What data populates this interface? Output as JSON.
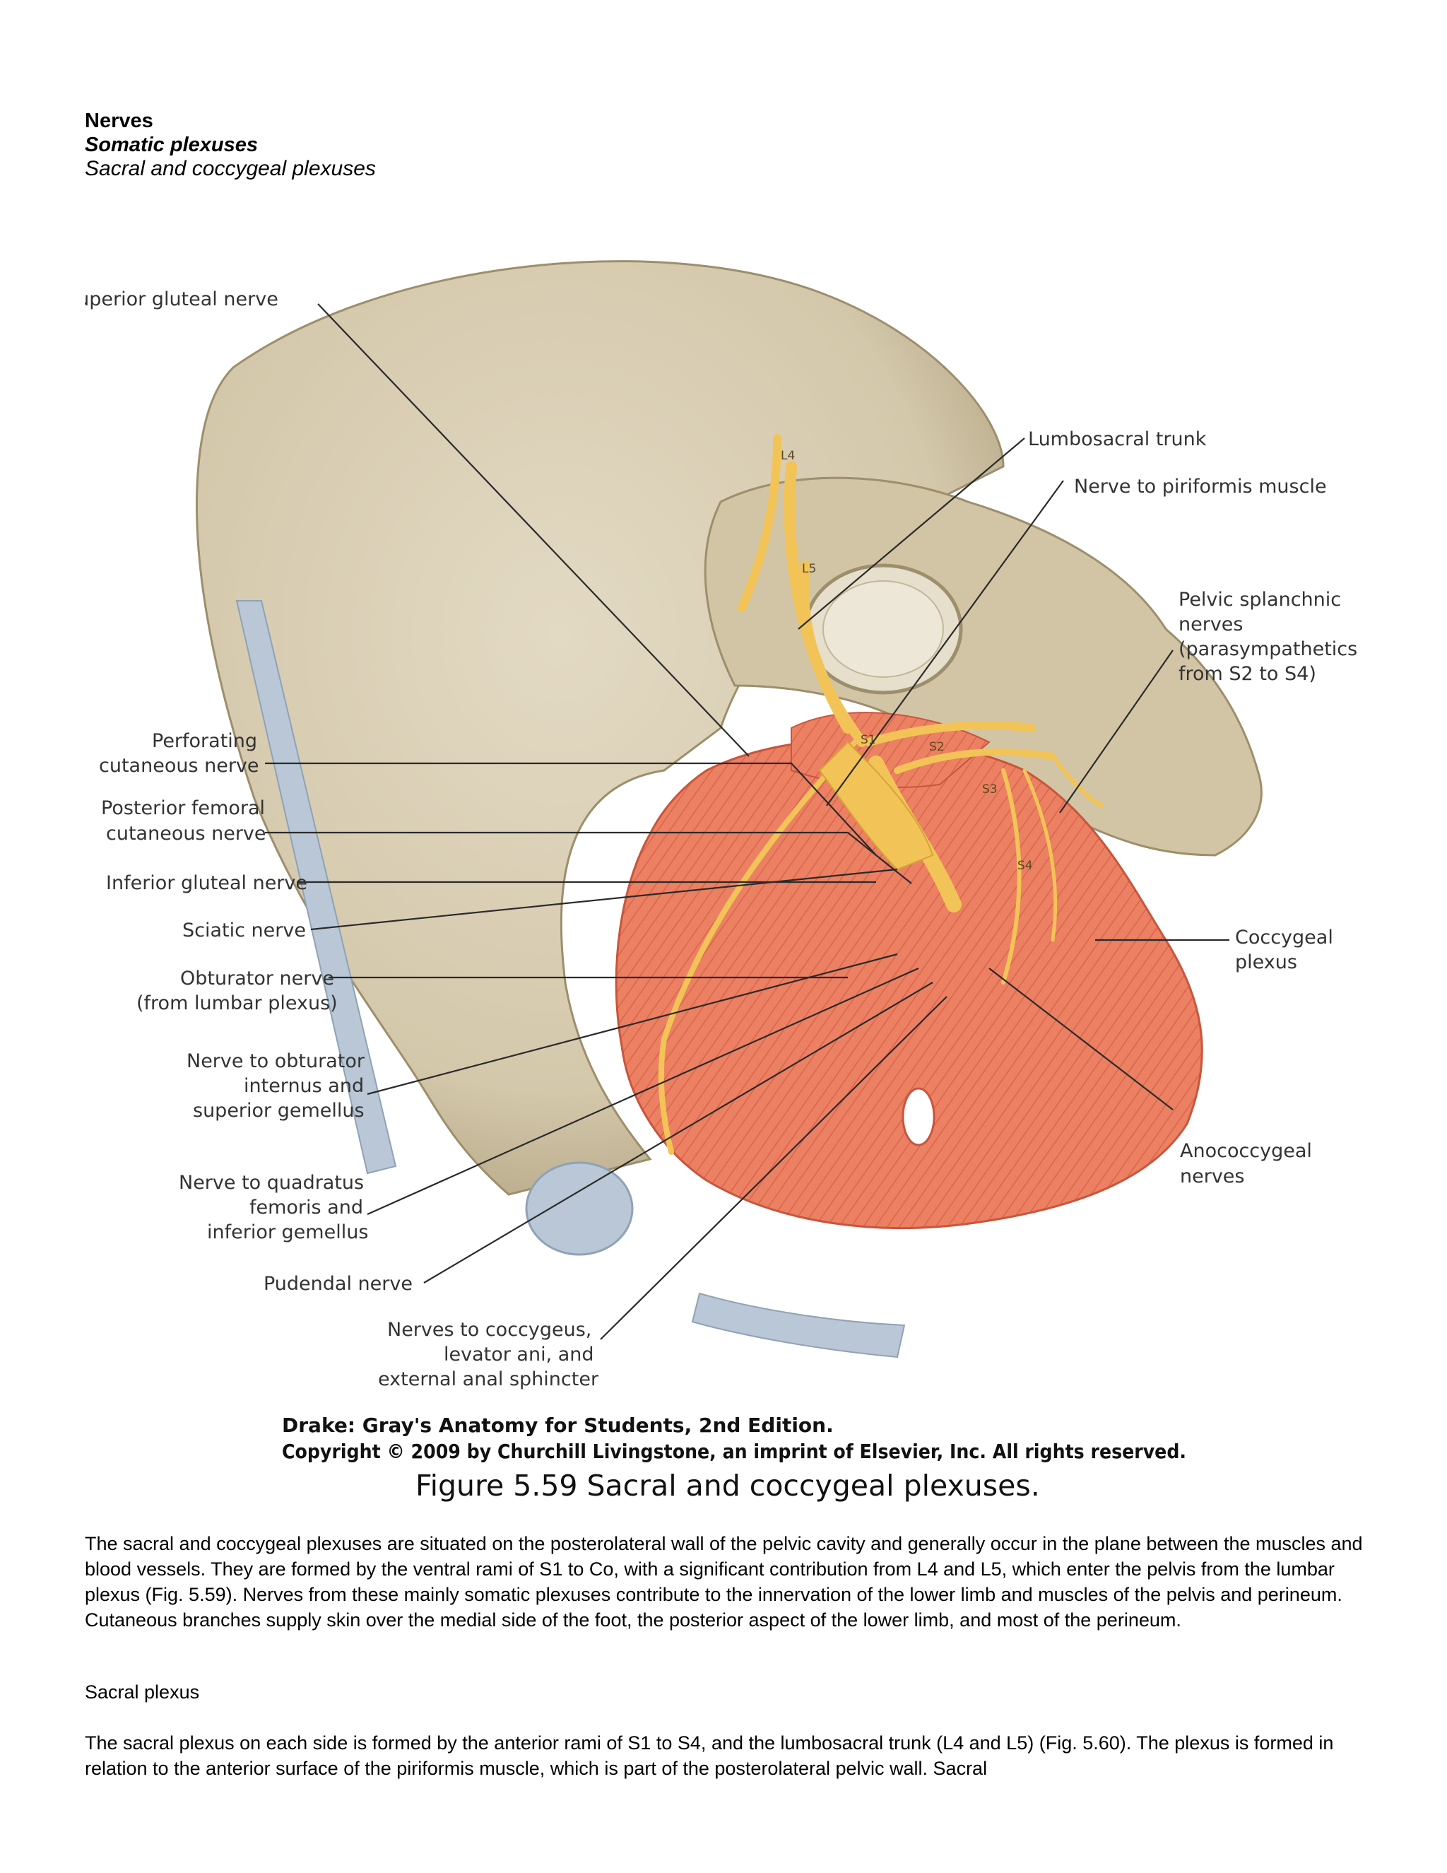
{
  "headings": {
    "nerves": "Nerves",
    "somatic": "Somatic plexuses",
    "sacral_coccygeal": "Sacral and coccygeal plexuses"
  },
  "figure": {
    "labels_left": {
      "superior_gluteal": "Superior gluteal nerve",
      "perforating_1": "Perforating",
      "perforating_2": "cutaneous nerve",
      "posterior_femoral_1": "Posterior femoral",
      "posterior_femoral_2": "cutaneous nerve",
      "inferior_gluteal": "Inferior gluteal nerve",
      "sciatic": "Sciatic nerve",
      "obturator_1": "Obturator nerve",
      "obturator_2": "(from lumbar plexus)",
      "obt_internus_1": "Nerve to obturator",
      "obt_internus_2": "internus and",
      "obt_internus_3": "superior gemellus",
      "quadratus_1": "Nerve to quadratus",
      "quadratus_2": "femoris and",
      "quadratus_3": "inferior gemellus",
      "pudendal": "Pudendal nerve",
      "coccygeus_1": "Nerves to coccygeus,",
      "coccygeus_2": "levator ani, and",
      "coccygeus_3": "external anal sphincter"
    },
    "labels_right": {
      "lumbosacral": "Lumbosacral trunk",
      "piriformis": "Nerve to piriformis muscle",
      "splanchnic_1": "Pelvic splanchnic",
      "splanchnic_2": "nerves",
      "splanchnic_3": "(parasympathetics",
      "splanchnic_4": "from S2 to S4)",
      "coccygeal_1": "Coccygeal",
      "coccygeal_2": "plexus",
      "anococcygeal_1": "Anococcygeal",
      "anococcygeal_2": "nerves"
    },
    "vertebra_labels": {
      "l4": "L4",
      "l5": "L5",
      "s1": "S1",
      "s2": "S2",
      "s3": "S3",
      "s4": "S4"
    },
    "credit_line1": "Drake: Gray's Anatomy for Students, 2nd Edition.",
    "credit_line2": "Copyright © 2009 by Churchill Livingstone, an imprint of Elsevier, Inc. All rights reserved.",
    "caption": "Figure 5.59 Sacral and coccygeal plexuses.",
    "colors": {
      "bone": "#d9ceb4",
      "bone_shadow": "#b7a987",
      "muscle": "#ec8063",
      "muscle_stripe": "#d9654a",
      "nerve": "#f2c457",
      "ligament": "#b9c7d6"
    }
  },
  "body": {
    "paragraph1": "The sacral and coccygeal plexuses are situated on the posterolateral wall of the pelvic cavity and generally occur in the plane between the muscles and blood vessels. They are formed by the ventral rami of S1 to Co, with a significant contribution from L4 and L5, which enter the pelvis from the lumbar plexus (Fig. 5.59). Nerves from these mainly somatic plexuses contribute to the innervation of the lower limb and muscles of the pelvis and perineum. Cutaneous branches supply skin over the medial side of the foot, the posterior aspect of the lower limb, and most of the perineum.",
    "subheading": "Sacral plexus",
    "paragraph2": "The sacral plexus on each side is formed by the anterior rami of S1 to S4, and the lumbosacral trunk (L4 and L5) (Fig. 5.60). The plexus is formed in relation to the anterior surface of the piriformis muscle, which is part of the posterolateral pelvic wall. Sacral"
  }
}
